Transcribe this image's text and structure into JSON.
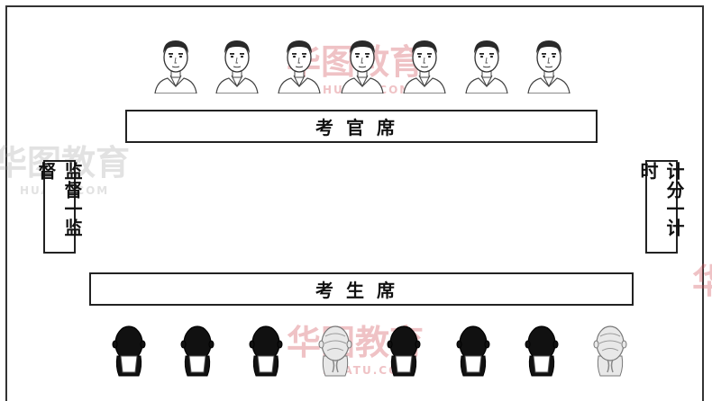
{
  "boxes": {
    "examiner_seat": "考官席",
    "candidate_seat": "考生席",
    "supervision": "监督一监督",
    "scoring": "计分一计时"
  },
  "examiners": [
    "examiner-1",
    "examiner-2",
    "examiner-3",
    "examiner-4",
    "examiner-5",
    "examiner-6",
    "examiner-7"
  ],
  "candidates": [
    "candidate-1",
    "candidate-2",
    "candidate-3",
    "candidate-4",
    "candidate-5",
    "candidate-6",
    "candidate-7",
    "candidate-8"
  ],
  "watermark": {
    "brand": "华图教育",
    "latin": "HUATU.COM"
  }
}
